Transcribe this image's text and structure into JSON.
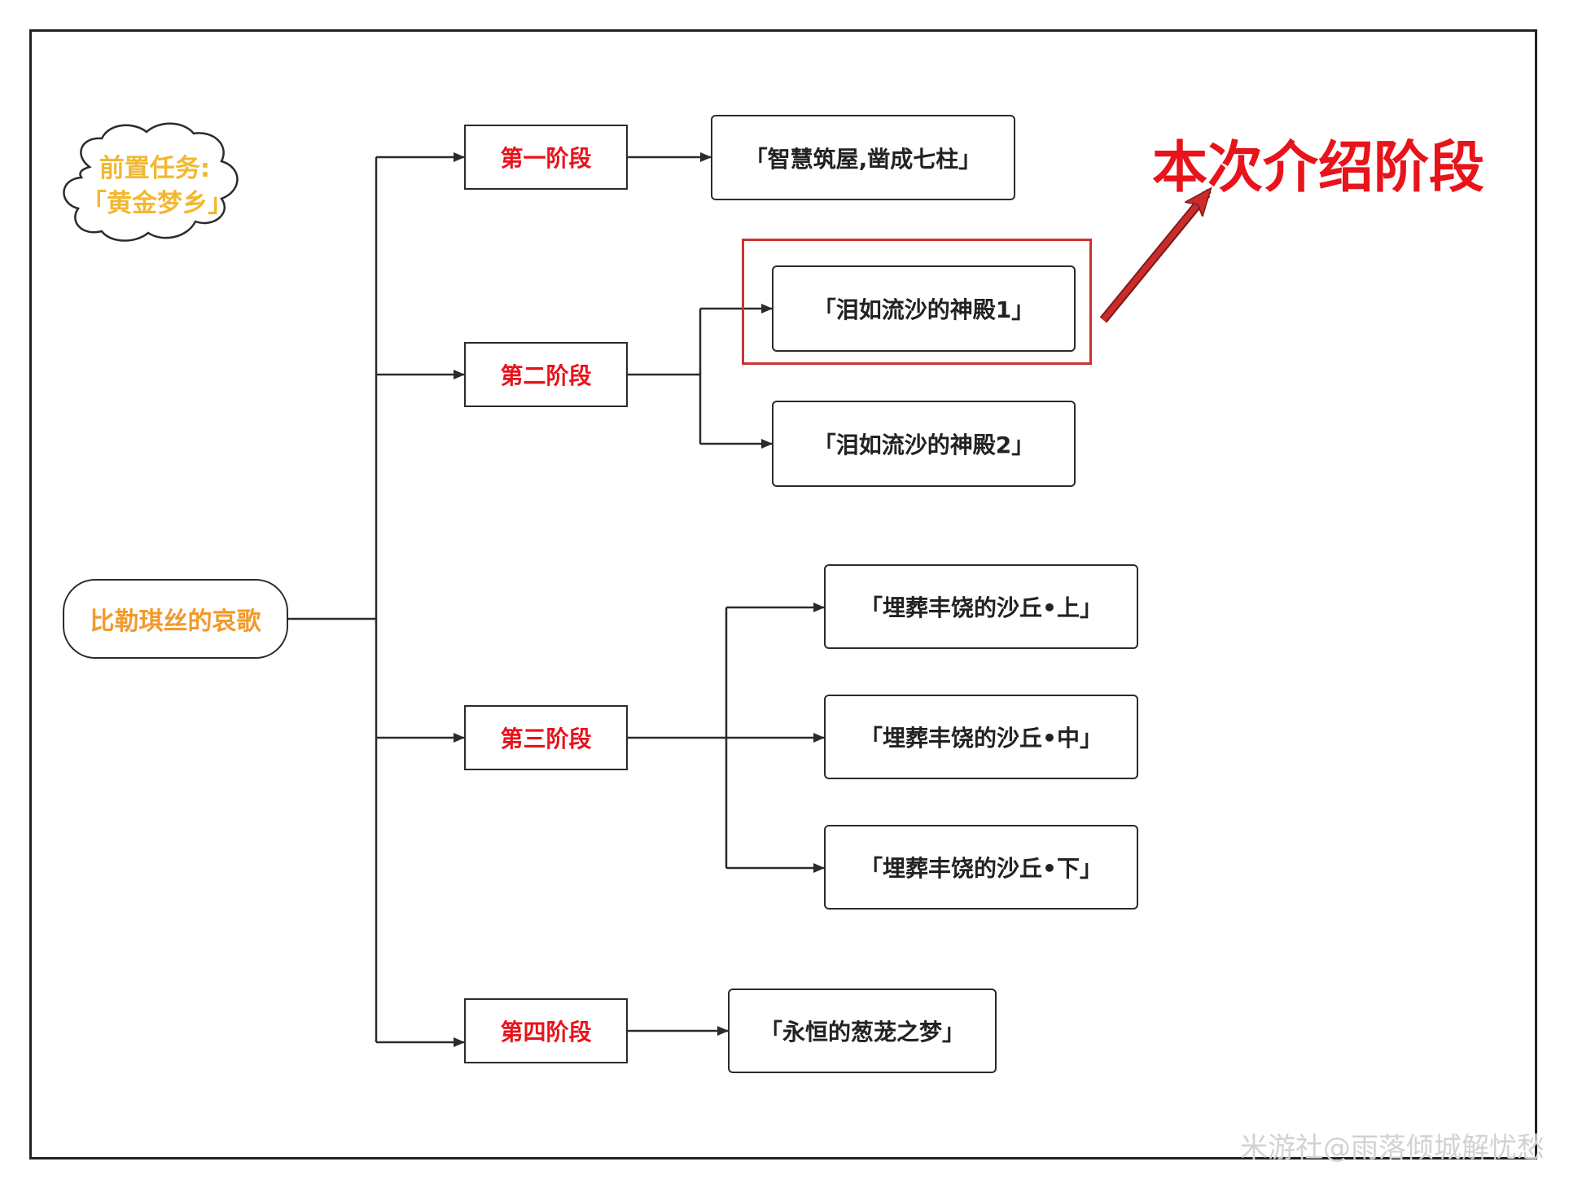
{
  "colors": {
    "stage_text": "#e8131b",
    "root_text": "#f29a2c",
    "cloud_text": "#f2b830",
    "highlight": "#cc3333",
    "label_text": "#e8131b",
    "arrow": "#cc2b2b",
    "watermark": "#d2d2d2",
    "line": "#2b2b2b"
  },
  "prerequisite": {
    "line1": "前置任务:",
    "line2": "「黄金梦乡」"
  },
  "root": {
    "label": "比勒琪丝的哀歌"
  },
  "stages": [
    {
      "label": "第一阶段",
      "quests": [
        "「智慧筑屋,凿成七柱」"
      ]
    },
    {
      "label": "第二阶段",
      "quests": [
        "「泪如流沙的神殿1」",
        "「泪如流沙的神殿2」"
      ]
    },
    {
      "label": "第三阶段",
      "quests": [
        "「埋葬丰饶的沙丘•上」",
        "「埋葬丰饶的沙丘•中」",
        "「埋葬丰饶的沙丘•下」"
      ]
    },
    {
      "label": "第四阶段",
      "quests": [
        "「永恒的葱茏之梦」"
      ]
    }
  ],
  "annotation": {
    "label": "本次介绍阶段",
    "target": "「泪如流沙的神殿1」"
  },
  "watermark": "米游社@雨落倾城解忧愁",
  "icons": {
    "cloud": "cloud-shape",
    "arrow": "red-arrow"
  }
}
